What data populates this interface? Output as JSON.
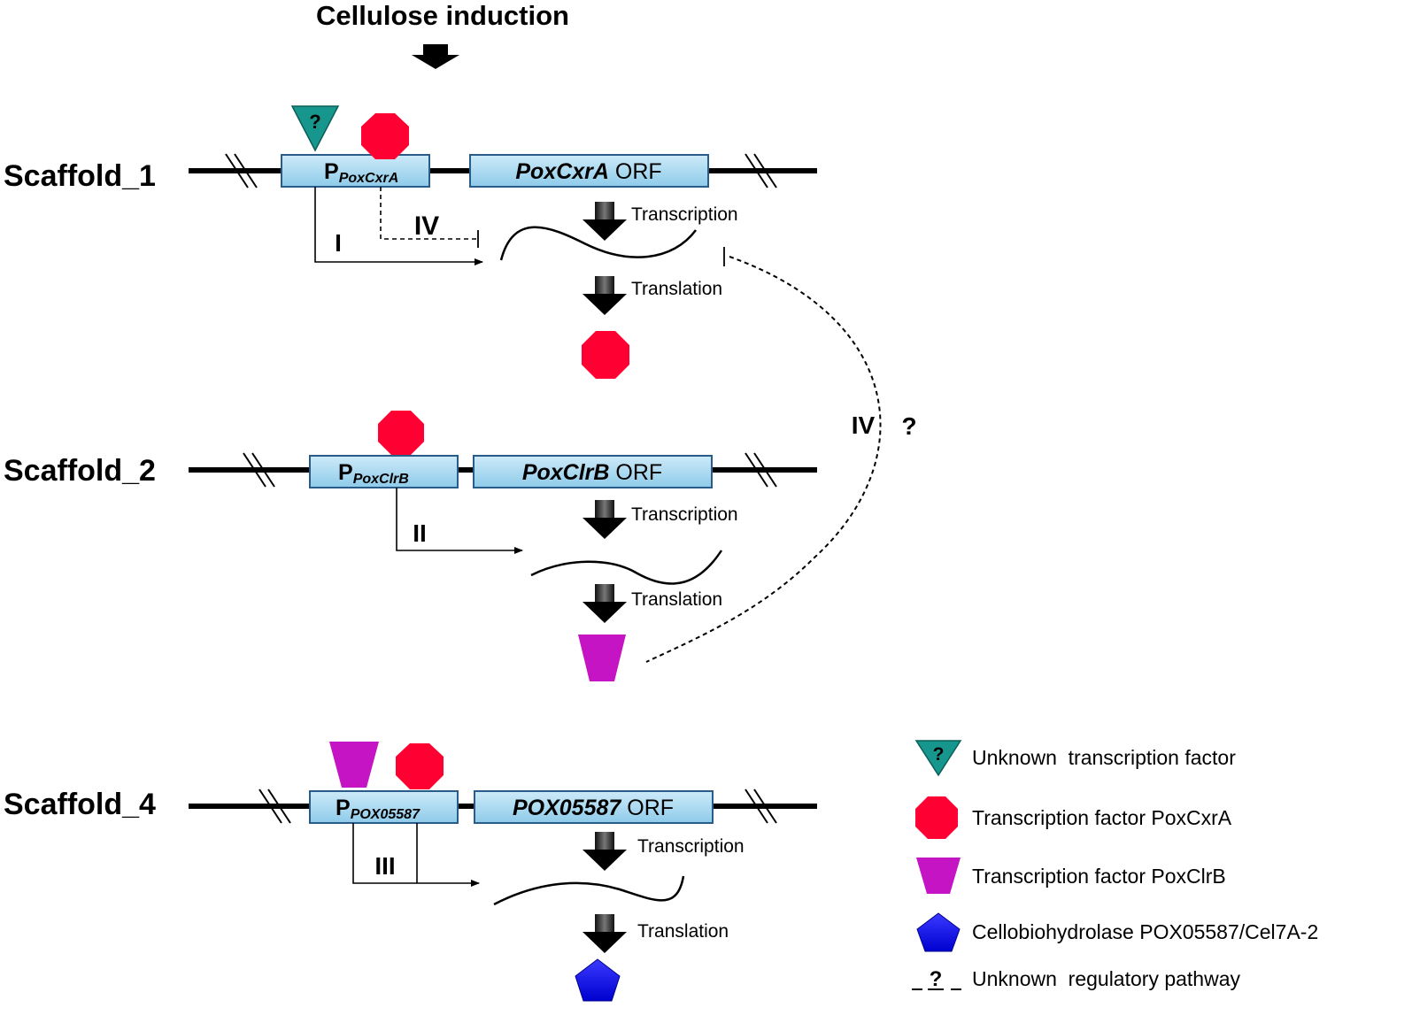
{
  "title": "Cellulose induction",
  "scaffolds": [
    {
      "label": "Scaffold_1",
      "promoter_prefix": "P",
      "promoter_sub": "PoxCxrA",
      "orf_gene": "PoxCxrA",
      "orf_suffix": " ORF"
    },
    {
      "label": "Scaffold_2",
      "promoter_prefix": "P",
      "promoter_sub": "PoxClrB",
      "orf_gene": "PoxClrB",
      "orf_suffix": " ORF"
    },
    {
      "label": "Scaffold_4",
      "promoter_prefix": "P",
      "promoter_sub": "POX05587",
      "orf_gene": "POX05587",
      "orf_suffix": " ORF"
    }
  ],
  "steps": {
    "transcription": "Transcription",
    "translation": "Translation"
  },
  "pathways": {
    "I": "I",
    "II": "II",
    "III": "III",
    "IV_top": "IV",
    "IV_side": "IV",
    "question_side": "?",
    "question_tf": "?"
  },
  "legend": [
    {
      "symbol": "teal-triangle-question",
      "text": "Unknown  transcription factor"
    },
    {
      "symbol": "red-octagon",
      "text": "Transcription factor PoxCxrA"
    },
    {
      "symbol": "magenta-trapezoid",
      "text": "Transcription factor PoxClrB"
    },
    {
      "symbol": "blue-pentagon",
      "text": "Cellobiohydrolase POX05587/Cel7A-2"
    },
    {
      "symbol": "dashed-question",
      "text": "Unknown  regulatory pathway",
      "mark": "?"
    }
  ],
  "colors": {
    "box_fill": "#a8d8f0",
    "box_stroke": "#2a5c8a",
    "cxra_red": "#ff0033",
    "clrb_magenta": "#c414c4",
    "unknown_teal": "#17968e",
    "enzyme_blue": "#1a1aff"
  }
}
